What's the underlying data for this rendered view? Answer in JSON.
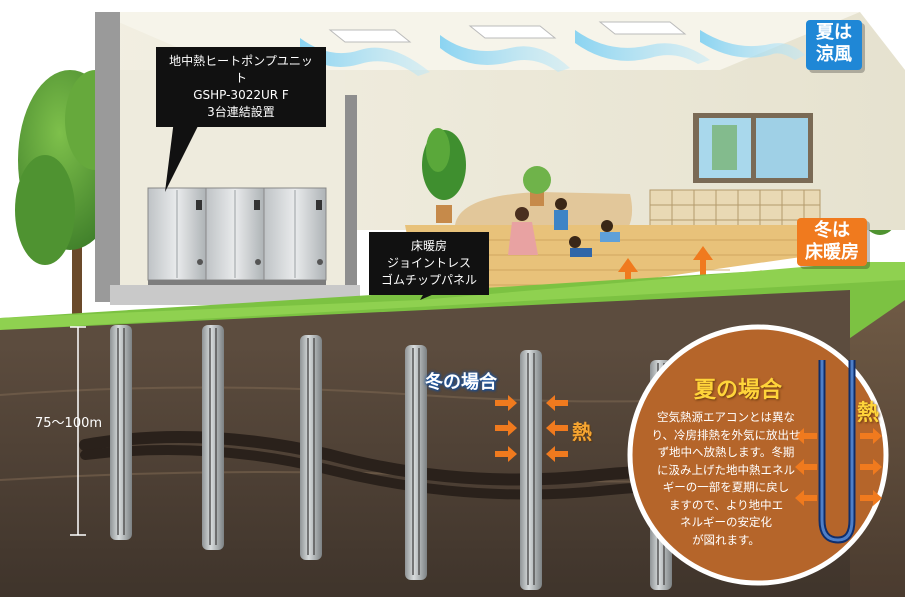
{
  "callouts": {
    "heatpump": {
      "line1": "地中熱ヒートポンプユニット",
      "line2": "GSHP-3022UR F",
      "line3": "3台連結設置"
    },
    "floor": {
      "line1": "床暖房",
      "line2": "ジョイントレス",
      "line3": "ゴムチップパネル"
    }
  },
  "tags": {
    "summer": {
      "line1": "夏は",
      "line2": "涼風"
    },
    "winter": {
      "line1": "冬は",
      "line2": "床暖房"
    }
  },
  "depth_label": "75〜100m",
  "winter_case": {
    "title": "冬の場合",
    "heat": "熱"
  },
  "summer_case": {
    "title": "夏の場合",
    "heat": "熱",
    "lines": [
      "空気熱源エアコンとは異な",
      "り、冷房排熱を外気に放出せ",
      "ず地中へ放熱します。冬期",
      "に汲み上げた地中熱エネル",
      "ギーの一部を夏期に戻し",
      "ますので、より地中エ",
      "ネルギーの安定化",
      "が図れます。"
    ]
  },
  "colors": {
    "heat_arrow": "#f07a1e",
    "summer_tag": "#1f87d6",
    "winter_tag": "#f07a1e",
    "summer_circle": "#b5652a",
    "grass": "#7cc242",
    "soil": "#5a4a3c"
  }
}
